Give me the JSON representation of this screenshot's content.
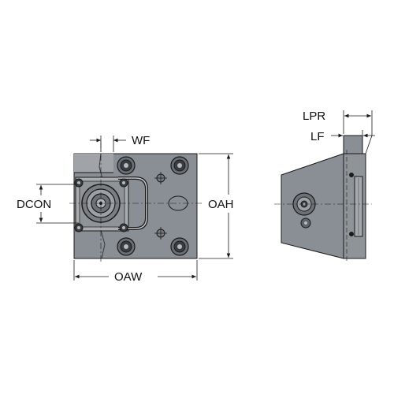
{
  "labels": {
    "wf": "WF",
    "dcon": "DCON",
    "oah": "OAH",
    "oaw": "OAW",
    "lpr": "LPR",
    "lf": "LF"
  },
  "colors": {
    "body": "#8a8f95",
    "body_dark": "#5f646a",
    "body_light": "#b7bbc0",
    "line": "#1a1a1a",
    "text": "#111111"
  }
}
